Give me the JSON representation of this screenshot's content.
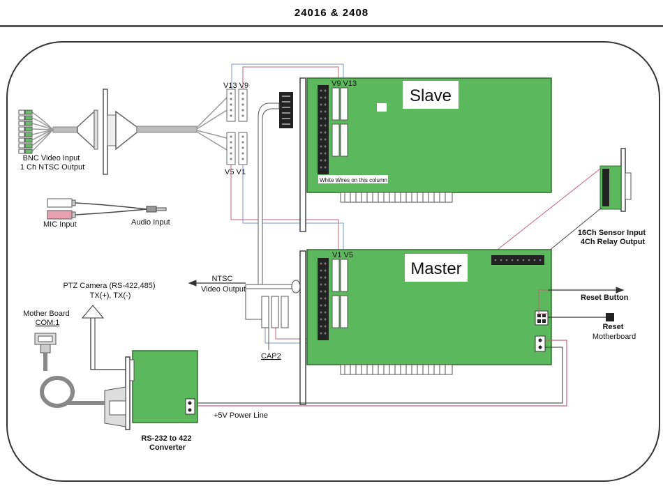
{
  "title": "24016  &  2408",
  "colors": {
    "board": "#5cb85c",
    "board_stroke": "#2f6b2f",
    "wire_red": "#c0607a",
    "wire_blue": "#7b96cc",
    "cable_gray": "#aaaaaa",
    "mic_pink": "#e8a0b0"
  },
  "cards": {
    "slave": "Slave",
    "master": "Master"
  },
  "labels": {
    "bnc": [
      "BNC Video Input",
      "1 Ch NTSC Output"
    ],
    "mic": "MIC Input",
    "audio": "Audio Input",
    "v13_v9": "V13 V9",
    "v5_v1": "V5   V1",
    "slave_v9_v13": "V9 V13",
    "master_v1_v5": "V1 V5",
    "white_wires": "White Wires on this column",
    "sensor": [
      "16Ch Sensor Input",
      "4Ch Relay Output"
    ],
    "ntsc": [
      "NTSC",
      "Video Output"
    ],
    "ptz": [
      "PTZ Camera (RS-422,485)",
      "TX(+), TX(-)"
    ],
    "mother_board": [
      "Mother Board",
      "COM:1"
    ],
    "cap2": "CAP2",
    "reset_button": "Reset Button",
    "reset_mb": [
      "Reset",
      "Motherboard"
    ],
    "power_line": "+5V Power Line",
    "converter": [
      "RS-232 to 422",
      "Converter"
    ]
  }
}
